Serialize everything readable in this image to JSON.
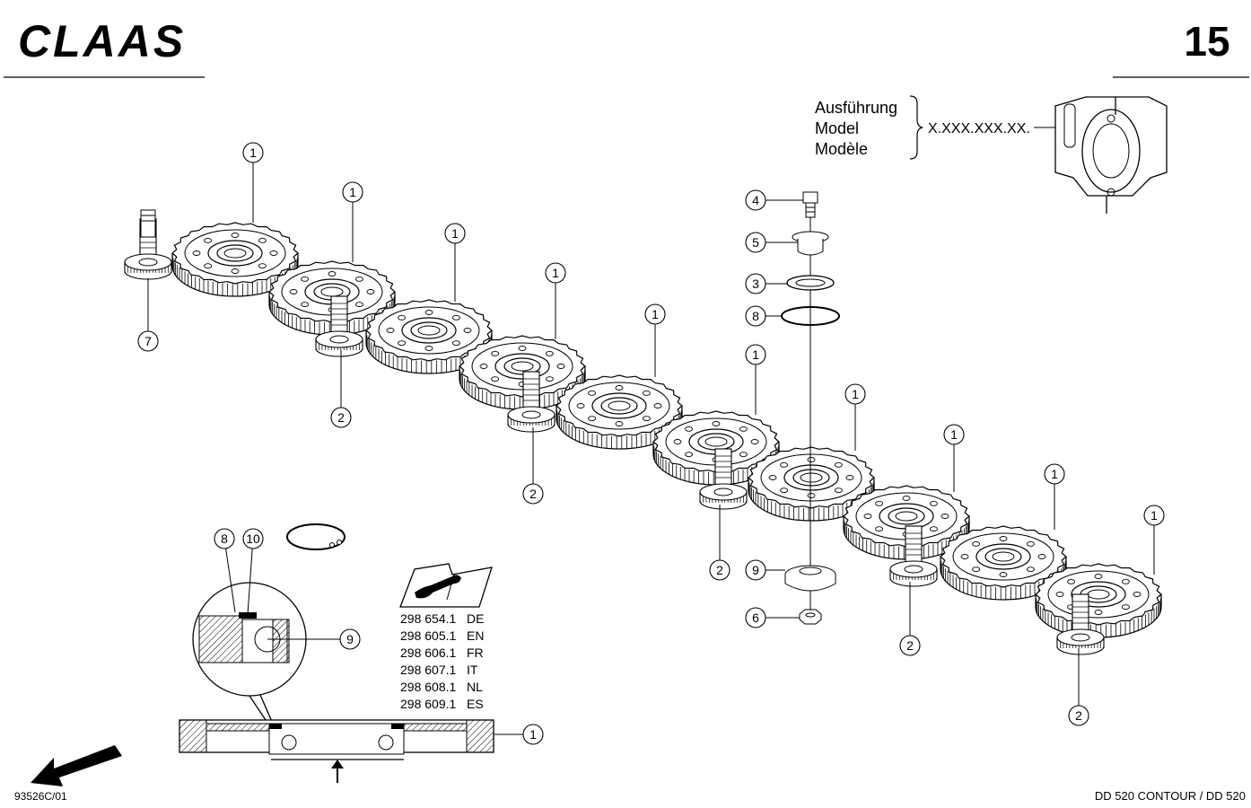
{
  "header": {
    "brand": "CLAAS",
    "page_number": "15"
  },
  "model_plate": {
    "labels": [
      "Ausführung",
      "Model",
      "Modèle"
    ],
    "code": "X.XXX.XXX.XX."
  },
  "parts_manuals": [
    {
      "number": "298 654.1",
      "lang": "DE"
    },
    {
      "number": "298 605.1",
      "lang": "EN"
    },
    {
      "number": "298 606.1",
      "lang": "FR"
    },
    {
      "number": "298 607.1",
      "lang": "IT"
    },
    {
      "number": "298 608.1",
      "lang": "NL"
    },
    {
      "number": "298 609.1",
      "lang": "ES"
    }
  ],
  "callouts": {
    "gear": "1",
    "pinion": "2",
    "washer": "3",
    "bolt": "4",
    "bushing": "5",
    "nut": "6",
    "drive_pinion": "7",
    "snap_ring": "8",
    "bearing": "9",
    "circlip": "10"
  },
  "footer": {
    "drawing_id": "93526C/01",
    "machine": "DD 520 CONTOUR / DD 520"
  }
}
